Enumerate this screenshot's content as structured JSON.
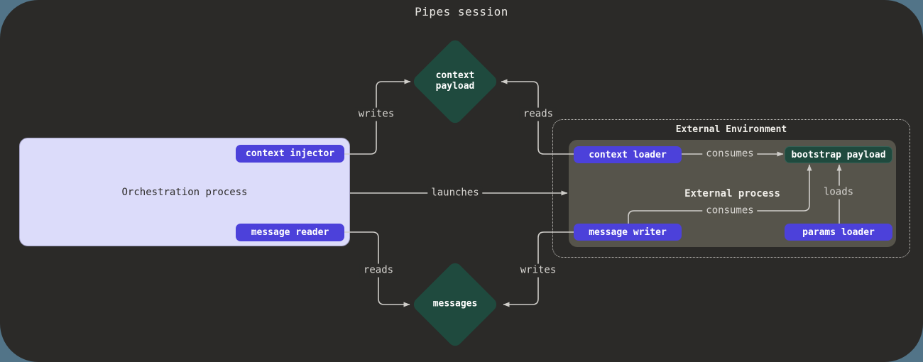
{
  "title": "Pipes session",
  "colors": {
    "page_background": "#527488",
    "canvas_background": "#2b2a28",
    "accent_purple": "#4c41da",
    "node_green": "#1f4a3e",
    "orchestration_fill": "#dcdcfa",
    "external_process_fill": "#56544b",
    "connector": "#cfcdc9"
  },
  "orchestration": {
    "label": "Orchestration process",
    "context_injector": "context injector",
    "message_reader": "message reader"
  },
  "external_environment": {
    "title": "External Environment",
    "process_label": "External process",
    "context_loader": "context loader",
    "message_writer": "message writer",
    "params_loader": "params loader",
    "bootstrap_payload": "bootstrap payload"
  },
  "diamonds": {
    "context_payload": "context\npayload",
    "messages": "messages"
  },
  "edges": {
    "writes_top": "writes",
    "reads_top": "reads",
    "launches": "launches",
    "reads_bottom": "reads",
    "writes_bottom": "writes",
    "consumes_top": "consumes",
    "consumes_bottom": "consumes",
    "loads": "loads"
  }
}
